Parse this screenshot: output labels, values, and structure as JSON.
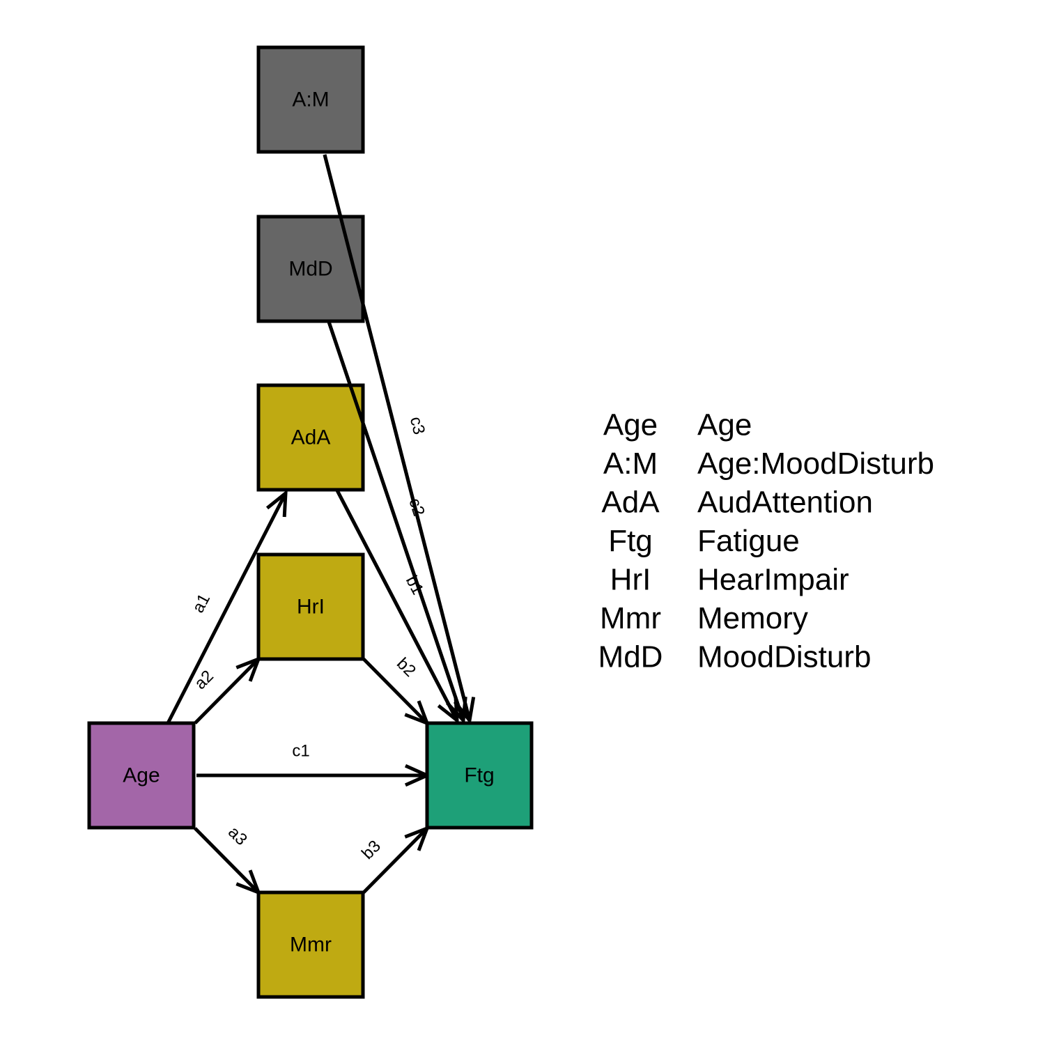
{
  "nodes": [
    {
      "id": "AM",
      "label": "A:M",
      "color": "#666666"
    },
    {
      "id": "MdD",
      "label": "MdD",
      "color": "#666666"
    },
    {
      "id": "AdA",
      "label": "AdA",
      "color": "#bfaa12"
    },
    {
      "id": "HrI",
      "label": "HrI",
      "color": "#bfaa12"
    },
    {
      "id": "Age",
      "label": "Age",
      "color": "#a366a8"
    },
    {
      "id": "Ftg",
      "label": "Ftg",
      "color": "#1ea078"
    },
    {
      "id": "Mmr",
      "label": "Mmr",
      "color": "#bfaa12"
    }
  ],
  "edges": [
    {
      "from": "Age",
      "to": "AdA",
      "label": "a1"
    },
    {
      "from": "Age",
      "to": "HrI",
      "label": "a2"
    },
    {
      "from": "Age",
      "to": "Mmr",
      "label": "a3"
    },
    {
      "from": "AdA",
      "to": "Ftg",
      "label": "b1"
    },
    {
      "from": "HrI",
      "to": "Ftg",
      "label": "b2"
    },
    {
      "from": "Mmr",
      "to": "Ftg",
      "label": "b3"
    },
    {
      "from": "Age",
      "to": "Ftg",
      "label": "c1"
    },
    {
      "from": "MdD",
      "to": "Ftg",
      "label": "c2"
    },
    {
      "from": "AM",
      "to": "Ftg",
      "label": "c3"
    }
  ],
  "legend": [
    {
      "abbr": "Age",
      "full": "Age"
    },
    {
      "abbr": "A:M",
      "full": "Age:MoodDisturb"
    },
    {
      "abbr": "AdA",
      "full": "AudAttention"
    },
    {
      "abbr": "Ftg",
      "full": "Fatigue"
    },
    {
      "abbr": "HrI",
      "full": "HearImpair"
    },
    {
      "abbr": "Mmr",
      "full": "Memory"
    },
    {
      "abbr": "MdD",
      "full": "MoodDisturb"
    }
  ]
}
